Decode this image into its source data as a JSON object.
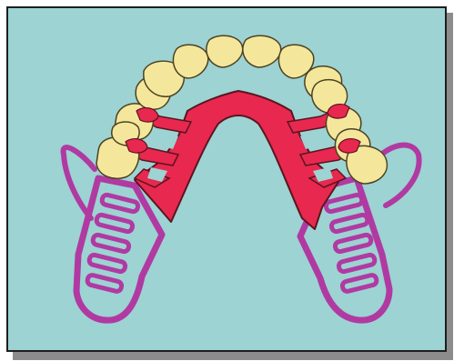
{
  "diagram": {
    "colors": {
      "background": "#9dd3d2",
      "frame_border": "#1e1e1e",
      "shadow": "#8c8c8c",
      "framework": "#e8284f",
      "framework_outline": "#5a1520",
      "base": "#b03aa2",
      "base_outline": "#6a1d62",
      "tooth_fill": "#f4e79c",
      "tooth_outline": "#4b4222"
    },
    "components": {
      "teeth": 14,
      "clasp_arms": 4,
      "denture_base_retention_loops": 2,
      "ladder_rungs_per_side": 5
    }
  }
}
